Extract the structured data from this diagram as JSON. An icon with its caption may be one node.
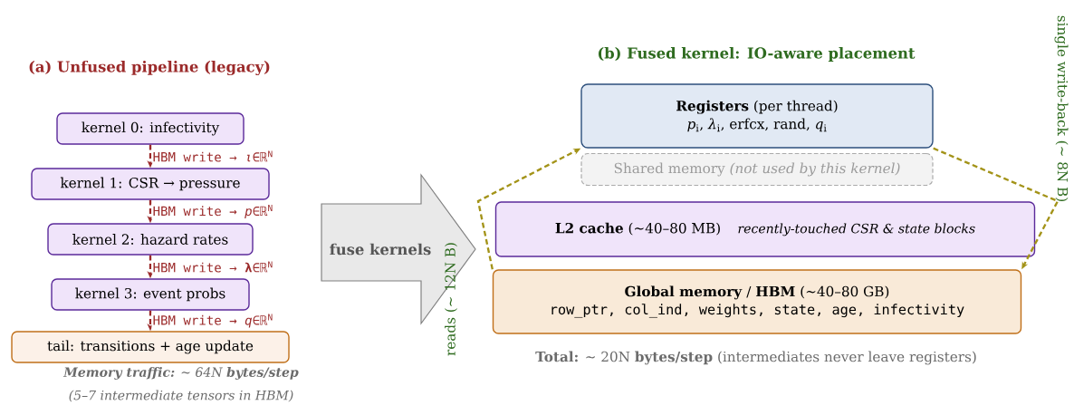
{
  "diagram": {
    "nodes": [
      {
        "text": [
          "kernel 0: infectivity"
        ]
      },
      {
        "text": [
          "kernel 1: CSR → pressure"
        ]
      },
      {
        "text": [
          "kernel 2: hazard rates"
        ]
      },
      {
        "text": [
          "kernel 3: event probs"
        ]
      },
      {
        "text": [
          "tail: transitions + age update"
        ]
      },
      {
        "text": [
          "fuse kernels"
        ]
      },
      {
        "text": [
          "**Registers** (per thread)",
          "*p*$_{i}$,  *λ*$_{i}$,  erfcx,  rand,  *q*$_{i}$"
        ]
      },
      {
        "text": [
          "Shared memory *(not used by this kernel)*"
        ]
      },
      {
        "text": [
          "**L2 cache** (∼40–80 MB)",
          "recently-touched CSR & state blocks"
        ]
      },
      {
        "text": [
          "**Global memory** / **HBM** (∼40–80 GB)",
          "row_ptr, col_ind, weights, state, age, infectivity"
        ]
      }
    ],
    "edges": [
      {
        "from": 0,
        "to": 1,
        "arrow": "to",
        "style": "dashed",
        "label": "HBM write → *ι*∈ℝ$^{N}$"
      },
      {
        "from": 1,
        "to": 2,
        "arrow": "to",
        "style": "dashed",
        "label": "HBM write → *p*∈ℝ$^{N}$"
      },
      {
        "from": 2,
        "to": 3,
        "arrow": "to",
        "style": "dashed",
        "label": "HBM write → **λ**∈ℝ$^{N}$"
      },
      {
        "from": 3,
        "to": 4,
        "arrow": "to",
        "style": "dashed",
        "label": "HBM write → *q*∈ℝ$^{N}$"
      },
      {
        "from": 9,
        "to": 6,
        "arrow": "to",
        "style": "dashed",
        "color": "#a39318",
        "label": "reads (∼ 12N B)"
      },
      {
        "from": 6,
        "to": 9,
        "arrow": "to",
        "style": "dashed",
        "color": "#a39318",
        "label": "single write-back (∼ 8N B)"
      }
    ],
    "labels": [
      "(a) Unfused pipeline (legacy)",
      "(b) Fused kernel: IO-aware placement",
      "**Memory traffic:** ∼ 64N **bytes/step**",
      "(5–7 intermediate tensors in HBM)",
      "**Total:** ∼ 20N **bytes/step**  (intermediates never leave registers)"
    ]
  }
}
